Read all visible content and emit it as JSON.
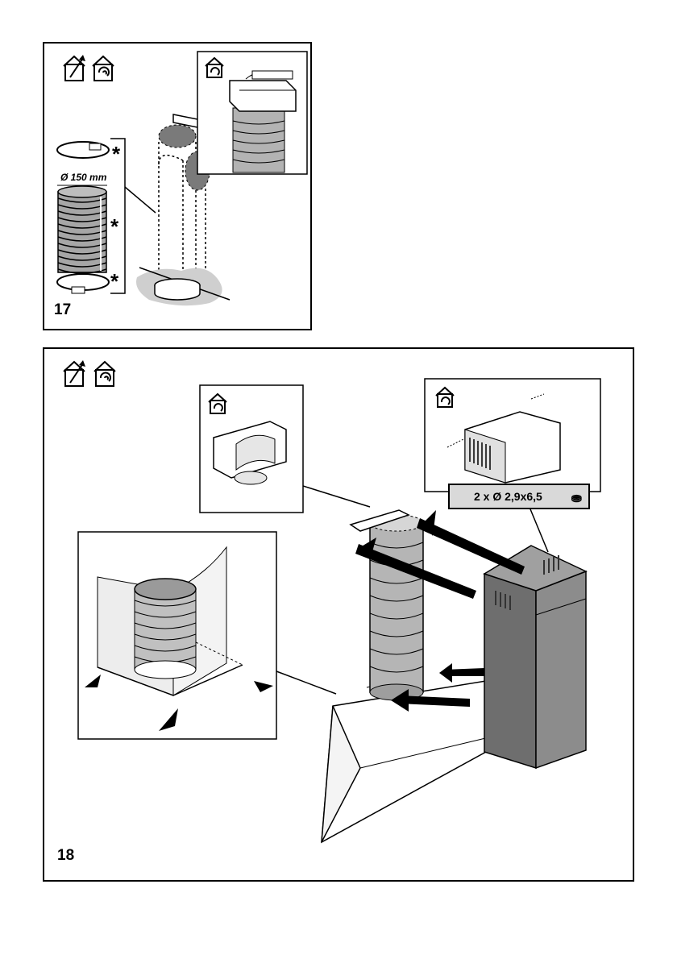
{
  "panels": {
    "step17": {
      "number": "17",
      "diameter_label": "Ø 150 mm",
      "asterisk": "*"
    },
    "step18": {
      "number": "18",
      "screw_label": "2 x  Ø 2,9x6,5"
    }
  },
  "icons": [
    "ducted-mode-icon",
    "recirculation-mode-icon",
    "screw-icon"
  ],
  "colors": {
    "duct_fill": "#c8c8c8",
    "hatch": "#7a7a7a",
    "label_bg": "#d9d9d9",
    "chimney": "#6e6e6e"
  }
}
